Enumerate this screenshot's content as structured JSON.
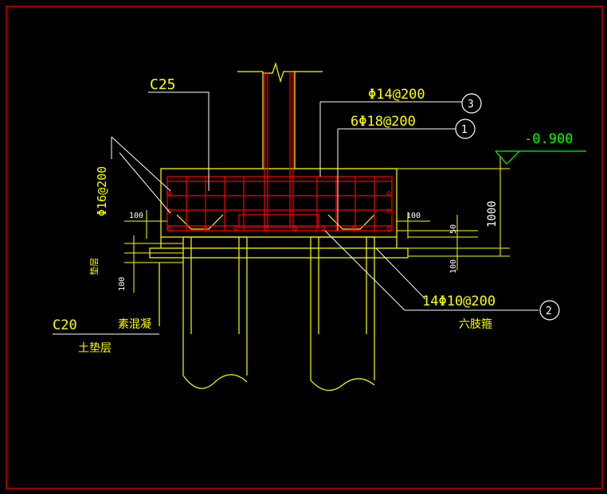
{
  "colors": {
    "background": "#000000",
    "frame": "#ff0000",
    "concrete": "#ffff00",
    "rebar": "#ff0000",
    "leader": "#ffffff",
    "elevation": "#00ff00"
  },
  "labels": {
    "concrete_grade_top": "C25",
    "rebar_top_spec": "Φ14@200",
    "rebar_mid_spec": "6Φ18@200",
    "rebar_side_spec": "Φ16@200",
    "stirrup_spec": "14Φ10@200",
    "stirrup_note": "六肢箍",
    "elevation": "-0.900",
    "dim_left_100": "100",
    "dim_right_100": "100",
    "dim_height_1000": "1000",
    "dim_50": "50",
    "dim_100_lower": "100",
    "dim_100_left_lower": "100",
    "cushion_label": "垫层",
    "concrete_grade_bottom": "C20",
    "plain_concrete": "素混凝",
    "soil_cushion": "土垫层"
  },
  "markers": {
    "m3": "3",
    "m1": "1",
    "m2": "2"
  },
  "icons": {
    "break_line": "break-line-icon",
    "elevation": "elevation-triangle-icon"
  }
}
